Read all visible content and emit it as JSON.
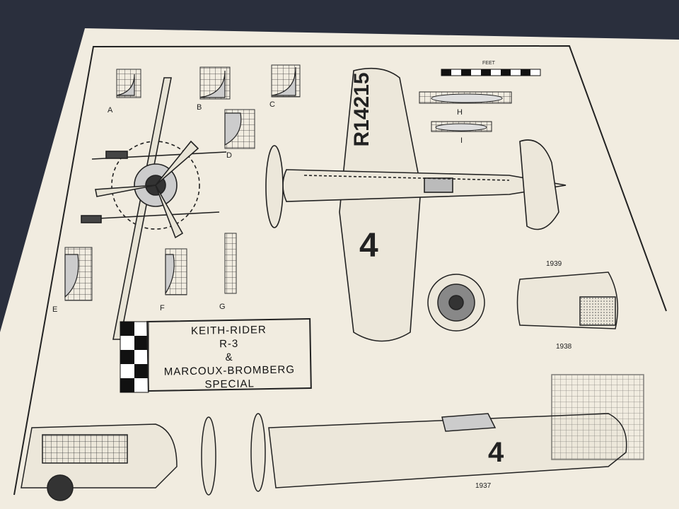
{
  "drawing": {
    "title_lines": [
      "KEITH-RIDER",
      "R-3",
      "&",
      "MARCOUX-BROMBERG",
      "SPECIAL"
    ],
    "registration": "R14215",
    "race_number": "4",
    "scale_label": "FEET",
    "section_labels": [
      "A",
      "B",
      "C",
      "D",
      "E",
      "F",
      "G",
      "H",
      "I"
    ],
    "years": [
      "1939",
      "1938",
      "1937"
    ]
  },
  "colors": {
    "background": "#2a2f3d",
    "paper": "#f1ece0",
    "ink": "#222222"
  }
}
